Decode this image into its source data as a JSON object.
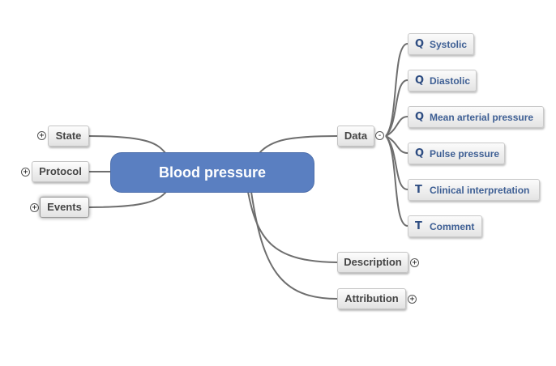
{
  "central_topic": "Blood pressure",
  "left_branches": [
    {
      "label": "State",
      "toggle": "+"
    },
    {
      "label": "Protocol",
      "toggle": "+"
    },
    {
      "label": "Events",
      "toggle": "+"
    }
  ],
  "right_branches": {
    "data": {
      "label": "Data",
      "toggle": "-",
      "children": [
        {
          "icon": "Q",
          "icon_name": "quantity-icon",
          "label": "Systolic"
        },
        {
          "icon": "Q",
          "icon_name": "quantity-icon",
          "label": "Diastolic"
        },
        {
          "icon": "Q",
          "icon_name": "quantity-icon",
          "label": "Mean arterial pressure"
        },
        {
          "icon": "Q",
          "icon_name": "quantity-icon",
          "label": "Pulse pressure"
        },
        {
          "icon": "T",
          "icon_name": "text-icon",
          "label": "Clinical interpretation"
        },
        {
          "icon": "T",
          "icon_name": "text-icon",
          "label": "Comment"
        }
      ]
    },
    "description": {
      "label": "Description",
      "toggle": "+"
    },
    "attribution": {
      "label": "Attribution",
      "toggle": "+"
    }
  },
  "colors": {
    "central_fill": "#5a7fc1",
    "leaf_text": "#3e5f94",
    "connector": "#6e6e6e"
  }
}
